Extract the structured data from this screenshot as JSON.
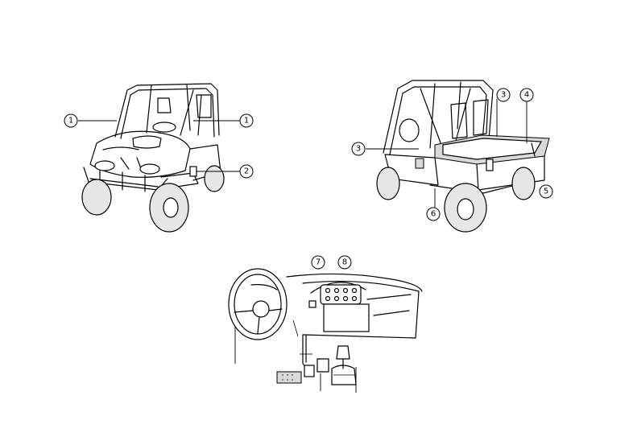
{
  "callouts": {
    "c1a": "1",
    "c1b": "1",
    "c2": "2",
    "c3a": "3",
    "c3b": "3",
    "c4": "4",
    "c5": "5",
    "c6": "6",
    "c7": "7",
    "c8": "8"
  }
}
